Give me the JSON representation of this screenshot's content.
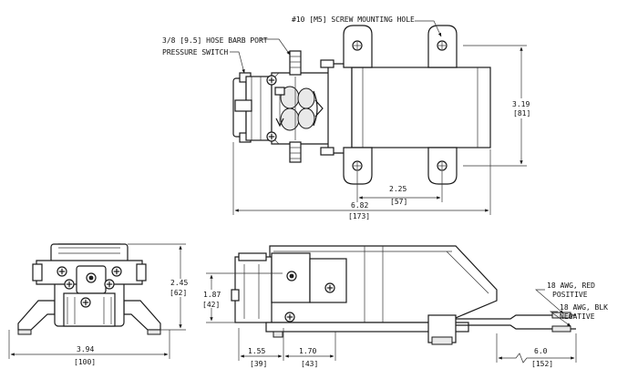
{
  "labels": {
    "screw_hole": "#10 [M5] SCREW MOUNTING HOLE",
    "hose_barb": "3/8 [9.5] HOSE BARB PORT",
    "pressure_switch": "PRESSURE SWITCH",
    "wire_red_1": "18 AWG, RED",
    "wire_red_2": "POSITIVE",
    "wire_blk_1": "18 AWG, BLK",
    "wire_blk_2": "NEGATIVE"
  },
  "dimensions": {
    "height_top": {
      "in": "3.19",
      "mm": "[81]"
    },
    "hole_spacing": {
      "in": "2.25",
      "mm": "[57]"
    },
    "overall_length": {
      "in": "6.82",
      "mm": "[173]"
    },
    "front_width": {
      "in": "3.94",
      "mm": "[100]"
    },
    "front_height": {
      "in": "2.45",
      "mm": "[62]"
    },
    "port_height": {
      "in": "1.87",
      "mm": "[42]"
    },
    "seg_1": {
      "in": "1.55",
      "mm": "[39]"
    },
    "seg_2": {
      "in": "1.70",
      "mm": "[43]"
    },
    "lead_length": {
      "in": "6.0",
      "mm": "[152]"
    }
  }
}
